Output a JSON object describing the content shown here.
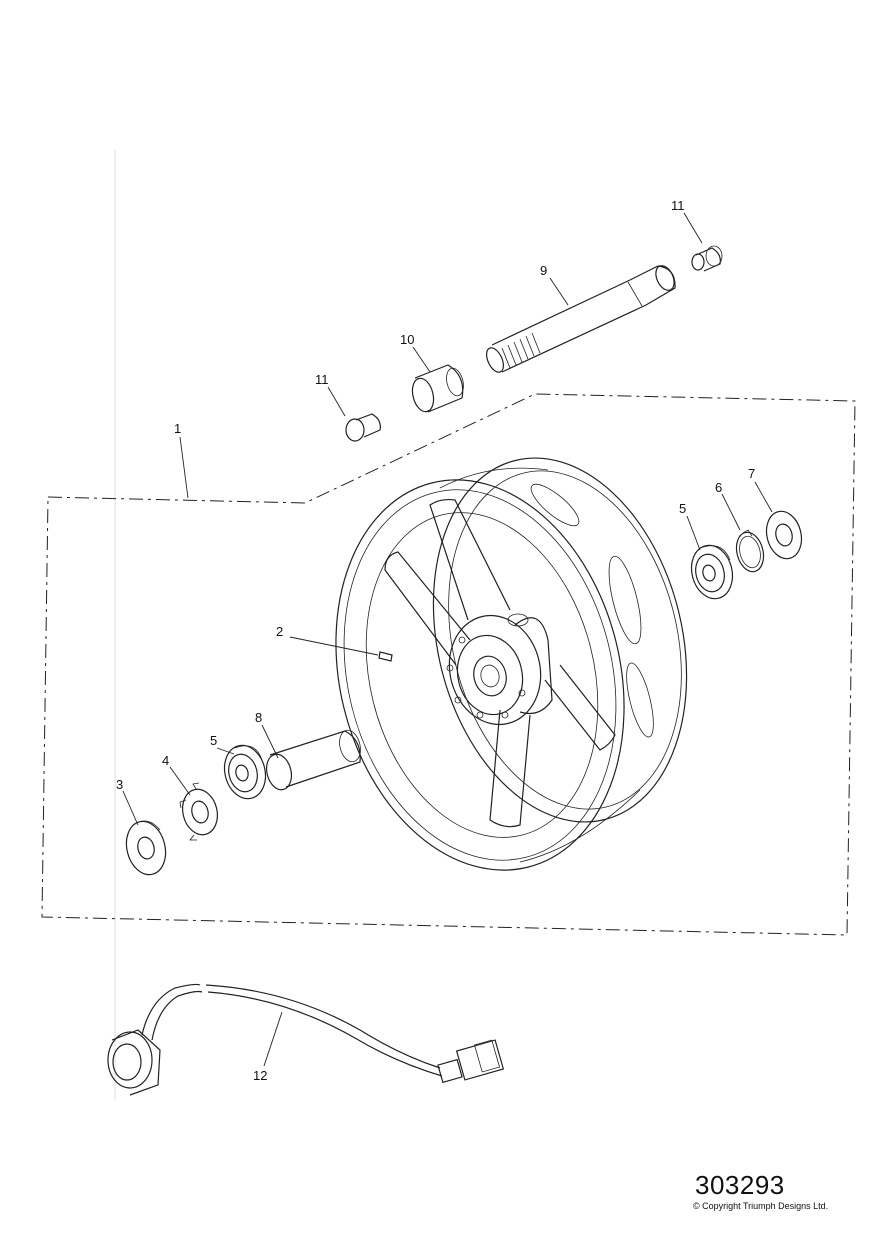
{
  "callouts": [
    {
      "id": "c1",
      "text": "1"
    },
    {
      "id": "c2",
      "text": "2"
    },
    {
      "id": "c3",
      "text": "3"
    },
    {
      "id": "c4",
      "text": "4"
    },
    {
      "id": "c5a",
      "text": "5"
    },
    {
      "id": "c5b",
      "text": "5"
    },
    {
      "id": "c6",
      "text": "6"
    },
    {
      "id": "c7",
      "text": "7"
    },
    {
      "id": "c8",
      "text": "8"
    },
    {
      "id": "c9",
      "text": "9"
    },
    {
      "id": "c10",
      "text": "10"
    },
    {
      "id": "c11a",
      "text": "11"
    },
    {
      "id": "c11b",
      "text": "11"
    },
    {
      "id": "c12",
      "text": "12"
    }
  ],
  "drawing_number": "303293",
  "copyright": "© Copyright Triumph Designs Ltd."
}
